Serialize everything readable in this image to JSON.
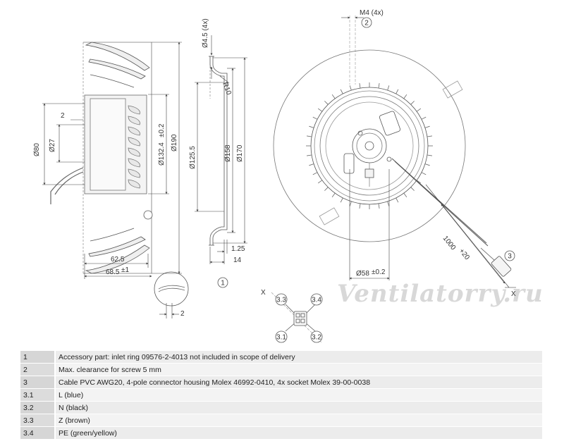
{
  "watermark": "Ventilatorry.ru",
  "dimensions": {
    "side": [
      "2",
      "Ø80",
      "Ø27",
      "Ø132.4",
      "±0.2",
      "Ø190",
      "62.5",
      "68.5",
      "±1",
      "2"
    ],
    "section": [
      "Ø4.5 (4x)",
      "R10",
      "Ø125.5",
      "Ø158",
      "Ø170",
      "1.25",
      "14"
    ],
    "front": [
      "M4 (4x)",
      "Ø58",
      "±0.2",
      "1000",
      "+20"
    ]
  },
  "callouts": [
    "1",
    "2",
    "3"
  ],
  "connector": {
    "axis_label": "X",
    "pins": [
      "3.3",
      "3.4",
      "3.1",
      "3.2"
    ]
  },
  "legend": [
    {
      "key": "1",
      "text": "Accessory part: inlet ring 09576-2-4013 not included in scope of delivery"
    },
    {
      "key": "2",
      "text": "Max. clearance for screw 5 mm"
    },
    {
      "key": "3",
      "text": "Cable PVC AWG20, 4-pole connector housing Molex 46992-0410, 4x socket Molex 39-00-0038"
    },
    {
      "key": "3.1",
      "text": "L (blue)"
    },
    {
      "key": "3.2",
      "text": "N (black)"
    },
    {
      "key": "3.3",
      "text": "Z (brown)"
    },
    {
      "key": "3.4",
      "text": "PE (green/yellow)"
    }
  ]
}
